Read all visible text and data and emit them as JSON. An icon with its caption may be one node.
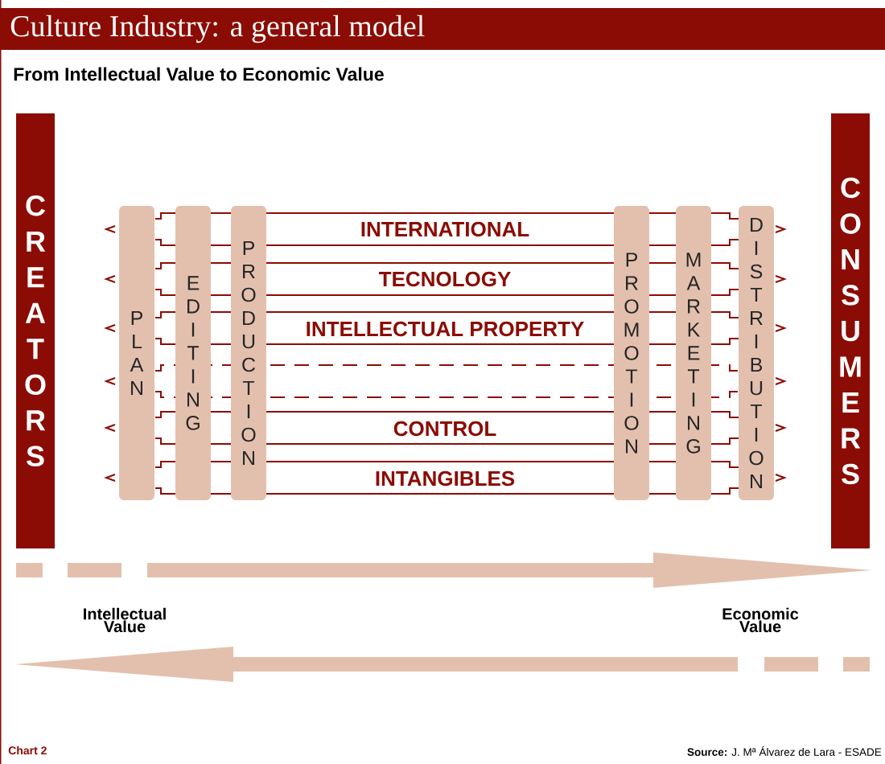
{
  "diagram": {
    "title": "Culture Industry: a general model",
    "nodes": [
      {
        "text": [
          "CREATORS"
        ]
      },
      {
        "text": [
          "PLAN"
        ]
      },
      {
        "text": [
          "EDITING"
        ]
      },
      {
        "text": [
          "PRODUCTION"
        ]
      },
      {
        "text": [
          "PROMOTION"
        ]
      },
      {
        "text": [
          "MARKETING"
        ]
      },
      {
        "text": [
          "DISTRIBUTION"
        ]
      },
      {
        "text": [
          "CONSUMERS"
        ]
      }
    ],
    "labels": [
      "From Intellectual Value to Economic Value",
      "INTERNATIONAL",
      "TECNOLOGY",
      "INTELLECTUAL PROPERTY",
      "CONTROL",
      "INTANGIBLES",
      "Intellectual Value",
      "Economic Value",
      "Chart 2",
      "**Source:** J. Mª Álvarez de Lara - ESADE"
    ]
  }
}
